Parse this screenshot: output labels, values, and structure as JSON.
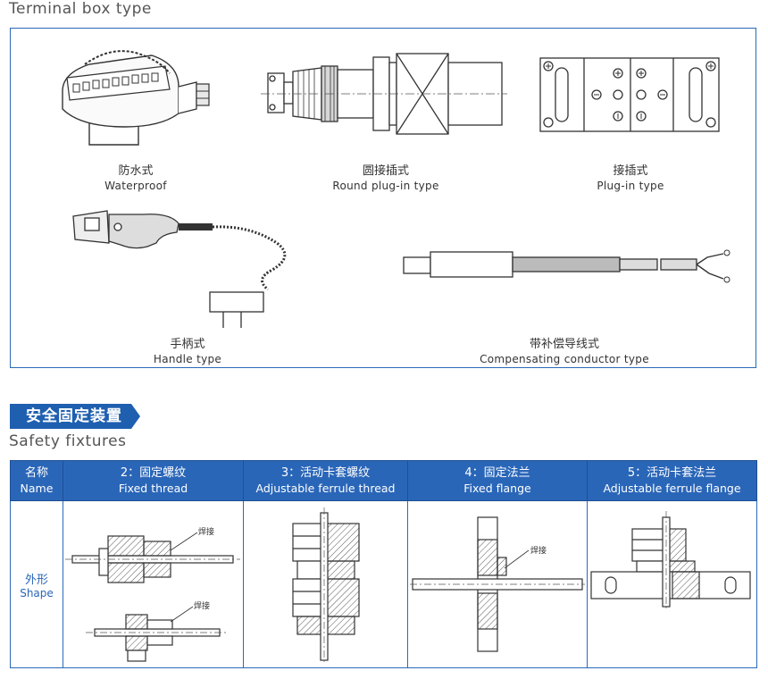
{
  "header": {
    "title": "Terminal box type"
  },
  "terminal_types": [
    {
      "cn": "防水式",
      "en": "Waterproof"
    },
    {
      "cn": "圆接插式",
      "en": "Round plug-in type"
    },
    {
      "cn": "接插式",
      "en": "Plug-in type"
    },
    {
      "cn": "手柄式",
      "en": "Handle type"
    },
    {
      "cn": "带补偿导线式",
      "en": "Compensating conductor type"
    }
  ],
  "fixtures": {
    "banner": "安全固定装置",
    "subtitle": "Safety fixtures",
    "columns": [
      {
        "cn": "名称",
        "en": "Name"
      },
      {
        "cn": "2：固定螺纹",
        "en": "Fixed thread"
      },
      {
        "cn": "3：活动卡套螺纹",
        "en": "Adjustable ferrule thread"
      },
      {
        "cn": "4：固定法兰",
        "en": "Fixed flange"
      },
      {
        "cn": "5：活动卡套法兰",
        "en": "Adjustable ferrule flange"
      }
    ],
    "row_label": {
      "cn": "外形",
      "en": "Shape"
    },
    "weld_label": "焊接"
  },
  "colors": {
    "accent": "#2a66b8",
    "line": "#333333",
    "hatch": "#666666"
  }
}
